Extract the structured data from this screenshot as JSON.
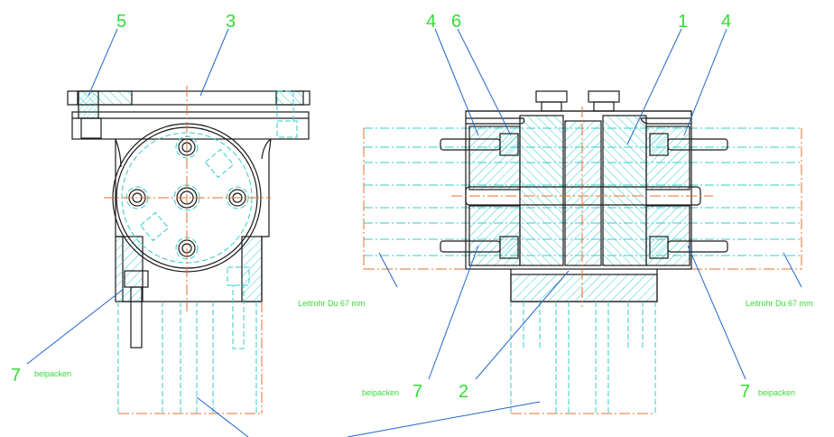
{
  "labels": {
    "part_5": "5",
    "part_3": "3",
    "part_4_left": "4",
    "part_6": "6",
    "part_1": "1",
    "part_4_right": "4",
    "part_7_left": "7",
    "beipacken_left": "beipacken",
    "leitrohr_left": "Leitrohr Du 67 mm",
    "beipacken_mid": "beipacken",
    "part_7_mid": "7",
    "part_2": "2",
    "part_7_right": "7",
    "beipacken_right": "beipacken",
    "leitrohr_right": "Leitrohr Du 67 mm"
  },
  "colors": {
    "label_green": "#33dd33",
    "outline": "#1a1a1a",
    "hidden_cyan": "#33cccc",
    "centerline_orange": "#e07030",
    "leader_blue": "#2266cc"
  }
}
